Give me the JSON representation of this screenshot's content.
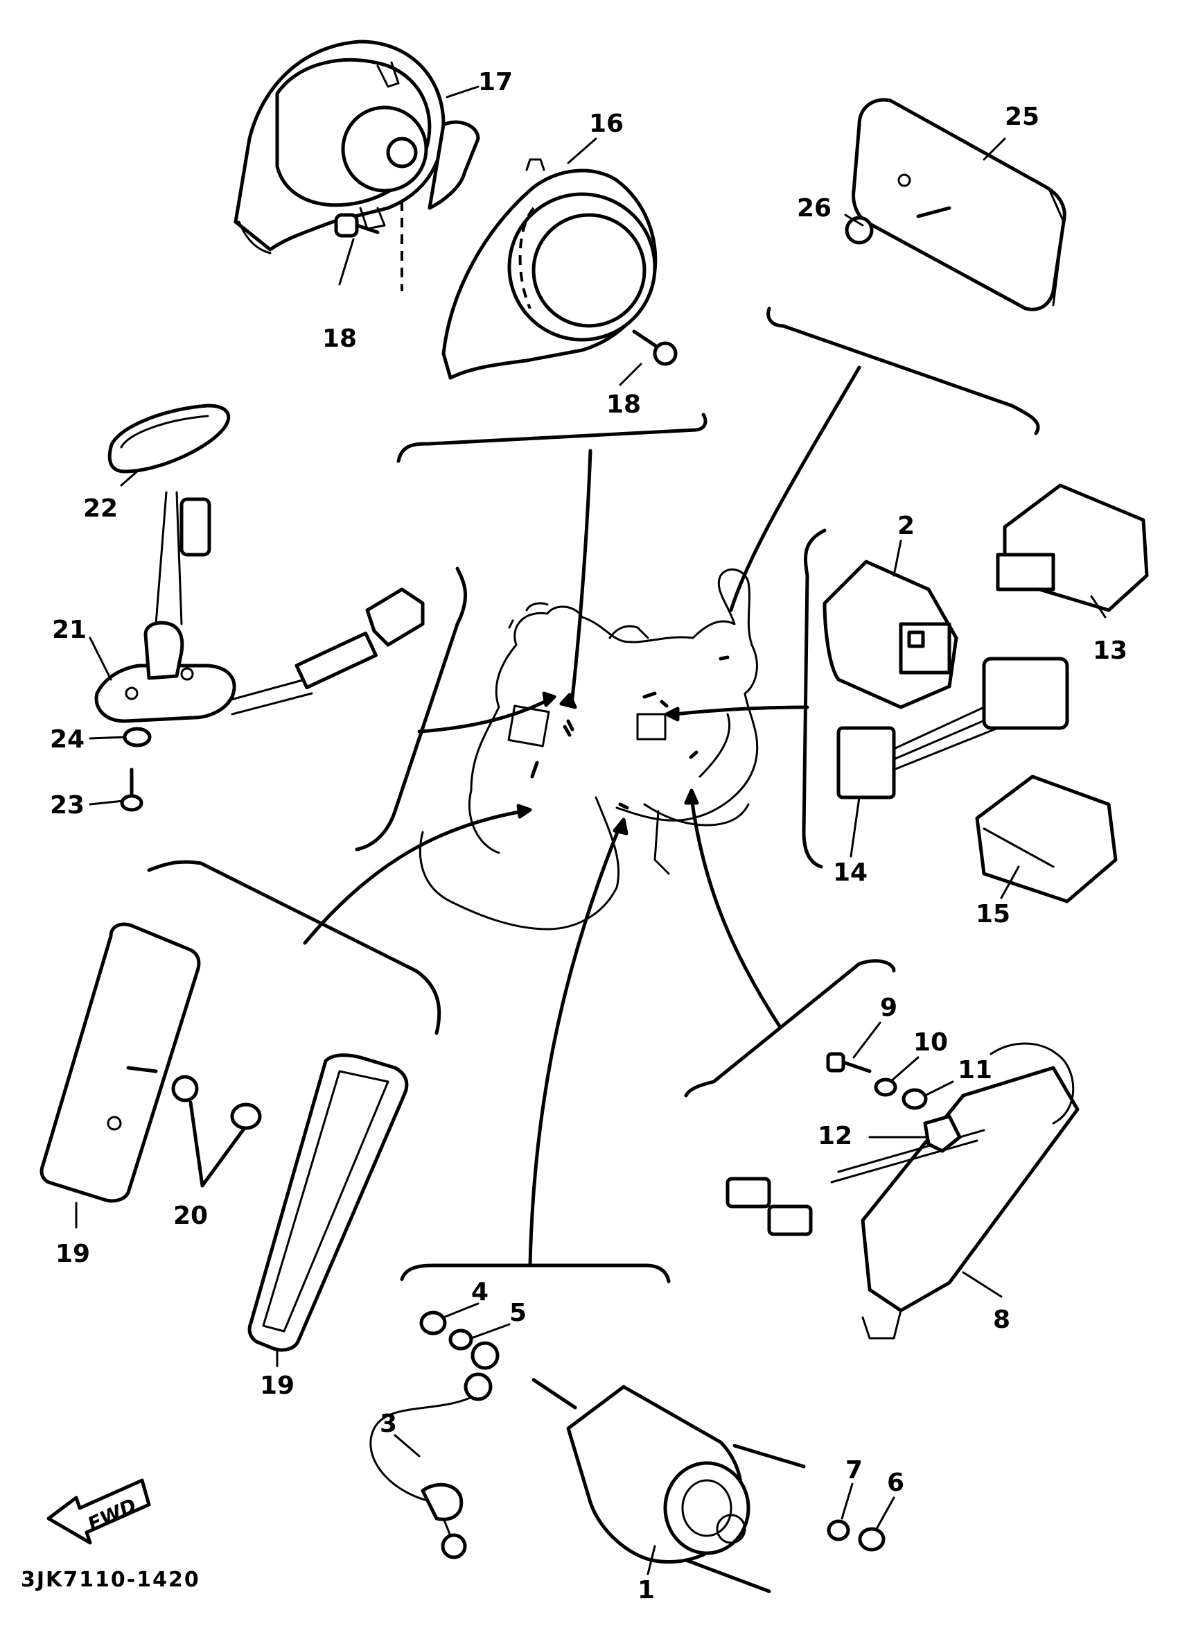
{
  "diagram": {
    "drawing_code": "3JK7110-1420",
    "direction_arrow": "FWD",
    "callouts": [
      {
        "id": "1",
        "text": "1"
      },
      {
        "id": "2",
        "text": "2"
      },
      {
        "id": "3",
        "text": "3"
      },
      {
        "id": "4",
        "text": "4"
      },
      {
        "id": "5",
        "text": "5"
      },
      {
        "id": "6",
        "text": "6"
      },
      {
        "id": "7",
        "text": "7"
      },
      {
        "id": "8",
        "text": "8"
      },
      {
        "id": "9",
        "text": "9"
      },
      {
        "id": "10",
        "text": "10"
      },
      {
        "id": "11",
        "text": "11"
      },
      {
        "id": "12",
        "text": "12"
      },
      {
        "id": "13",
        "text": "13"
      },
      {
        "id": "14",
        "text": "14"
      },
      {
        "id": "15",
        "text": "15"
      },
      {
        "id": "16",
        "text": "16"
      },
      {
        "id": "17",
        "text": "17"
      },
      {
        "id": "18a",
        "text": "18"
      },
      {
        "id": "18b",
        "text": "18"
      },
      {
        "id": "19a",
        "text": "19"
      },
      {
        "id": "19b",
        "text": "19"
      },
      {
        "id": "20",
        "text": "20"
      },
      {
        "id": "21",
        "text": "21"
      },
      {
        "id": "22",
        "text": "22"
      },
      {
        "id": "23",
        "text": "23"
      },
      {
        "id": "24",
        "text": "24"
      },
      {
        "id": "25",
        "text": "25"
      },
      {
        "id": "26",
        "text": "26"
      }
    ]
  }
}
